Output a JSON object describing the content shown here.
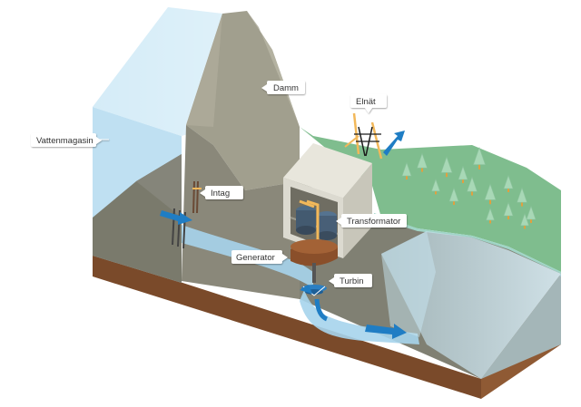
{
  "labels": {
    "reservoir": "Vattenmagasin",
    "dam": "Damm",
    "grid": "Elnät",
    "intake": "Intag",
    "transformer": "Transformator",
    "generator": "Generator",
    "turbine": "Turbin"
  },
  "colors": {
    "water_light": "#d6ecf8",
    "water_flow": "#9fd0ec",
    "arrow_blue": "#1f7dc4",
    "dam_concrete": "#9c9a8a",
    "rock_dark": "#6f6f63",
    "grass": "#7bb88a",
    "soil": "#7a4a2a",
    "power_wire": "#f2b85a"
  }
}
